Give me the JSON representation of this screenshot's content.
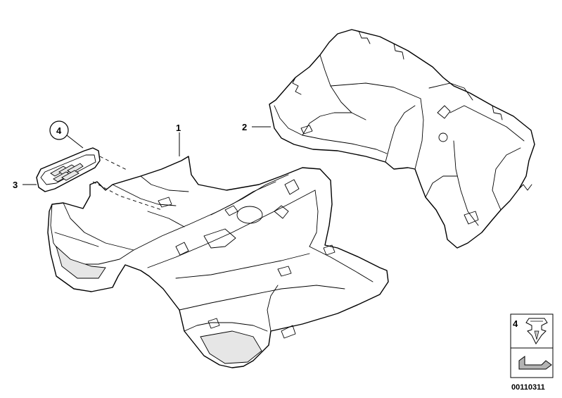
{
  "callouts": {
    "part_1": "1",
    "part_2": "2",
    "part_3": "3",
    "part_4": "4"
  },
  "legend": {
    "clip_number": "4"
  },
  "diagram_code": "00110311",
  "colors": {
    "line": "#000000",
    "background": "#ffffff",
    "legend_gray": "#b3b3b3"
  }
}
